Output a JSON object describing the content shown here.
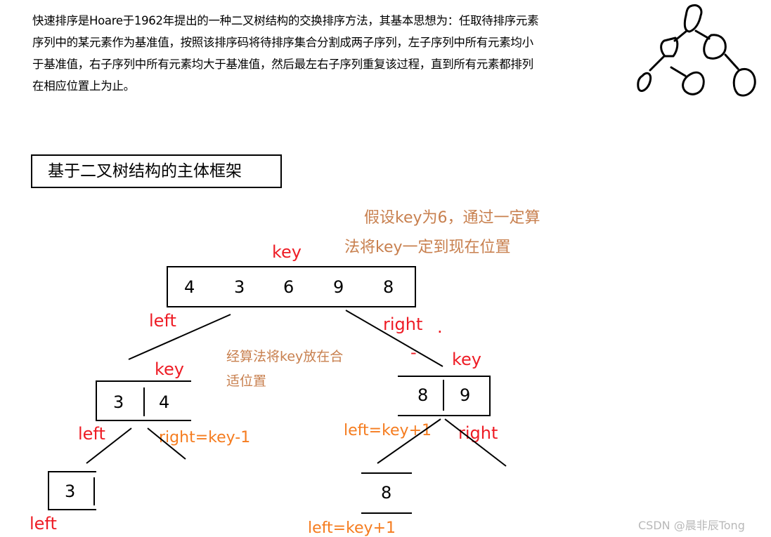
{
  "intro": {
    "lines": [
      "快速排序是Hoare于1962年提出的一种二叉树结构的交换排序方法，其基本思想为：任取待排序元素",
      "序列中的某元素作为基准值，按照该排序码将待排序集合分割成两子序列，左子序列中所有元素均小",
      "于基准值，右子序列中所有元素均大于基准值，然后最左右子序列重复该过程，直到所有元素都排列",
      "在相应位置上为止。"
    ]
  },
  "section_title": "基于二叉树结构的主体框架",
  "diagram": {
    "root": {
      "values": [
        "4",
        "3",
        "6",
        "9",
        "8"
      ],
      "key_label": "key"
    },
    "root_note": [
      "假设key为6，通过一定算",
      "法将key一定到现在位置"
    ],
    "left_label": "left",
    "right_label": "right",
    "dot": ".",
    "dash": "-",
    "middle_note": [
      "经算法将key放在合",
      "适位置"
    ],
    "left_child": {
      "values": [
        "3",
        "4"
      ],
      "key_label": "key",
      "left_label": "left",
      "right_label": "right=key-1"
    },
    "right_child": {
      "values": [
        "8",
        "9"
      ],
      "key_label": "key",
      "left_label": "left=key+1",
      "right_label": "right"
    },
    "left_leaf": {
      "values": [
        "3"
      ],
      "left_label": "left"
    },
    "right_leaf": {
      "values": [
        "8"
      ],
      "left_label": "left=key+1"
    }
  },
  "watermark": "CSDN @晨非辰Tong"
}
